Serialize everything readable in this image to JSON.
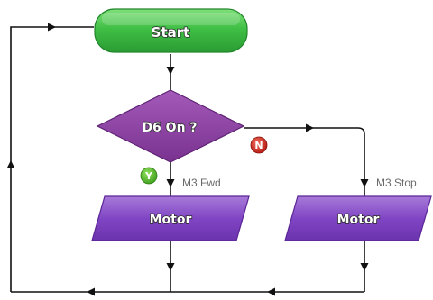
{
  "start": {
    "label": "Start",
    "color": "#3db84a"
  },
  "decision": {
    "label": "D6 On ?",
    "color": "#8a3fa0"
  },
  "yes_branch": {
    "badge": "Y",
    "badge_color": "#5cbd2e",
    "action_label": "M3 Fwd",
    "block_label": "Motor"
  },
  "no_branch": {
    "badge": "N",
    "badge_color": "#c8221b",
    "action_label": "M3 Stop",
    "block_label": "Motor"
  },
  "motor_block_color": "#7f3fc0",
  "connector_color": "#111111"
}
